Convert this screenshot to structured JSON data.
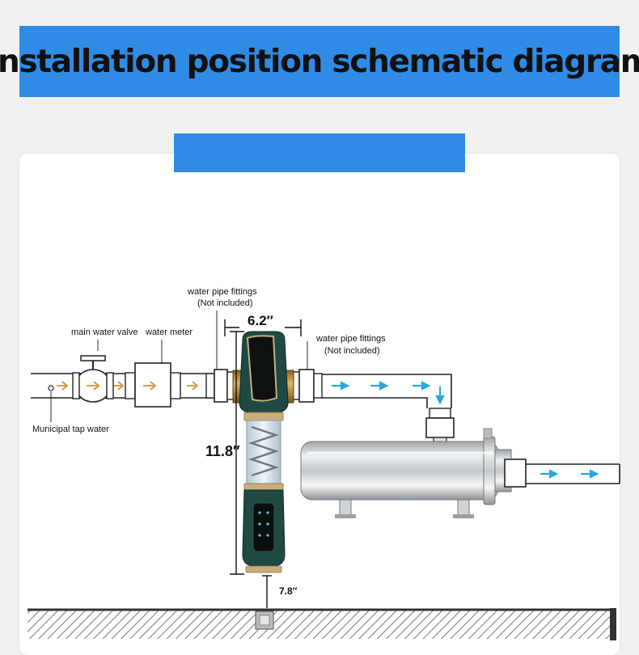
{
  "header": {
    "title": "Installation position schematic diagram"
  },
  "labels": {
    "municipal": "Municipal tap water",
    "main_valve": "main water valve",
    "water_meter": "water meter",
    "fittings_left_1": "water pipe fittings",
    "fittings_left_2": "(Not included)",
    "fittings_right_1": "water pipe fittings",
    "fittings_right_2": "(Not included)"
  },
  "dimensions": {
    "width": "6.2″",
    "height": "11.8″",
    "floor_gap": "7.8″"
  },
  "colors": {
    "accent_blue": "#2f8be6",
    "flow_arrow": "#29a7e0",
    "inlet_arrow": "#d9923a",
    "filter_green": "#1f4a44",
    "brass": "#b8893a"
  }
}
